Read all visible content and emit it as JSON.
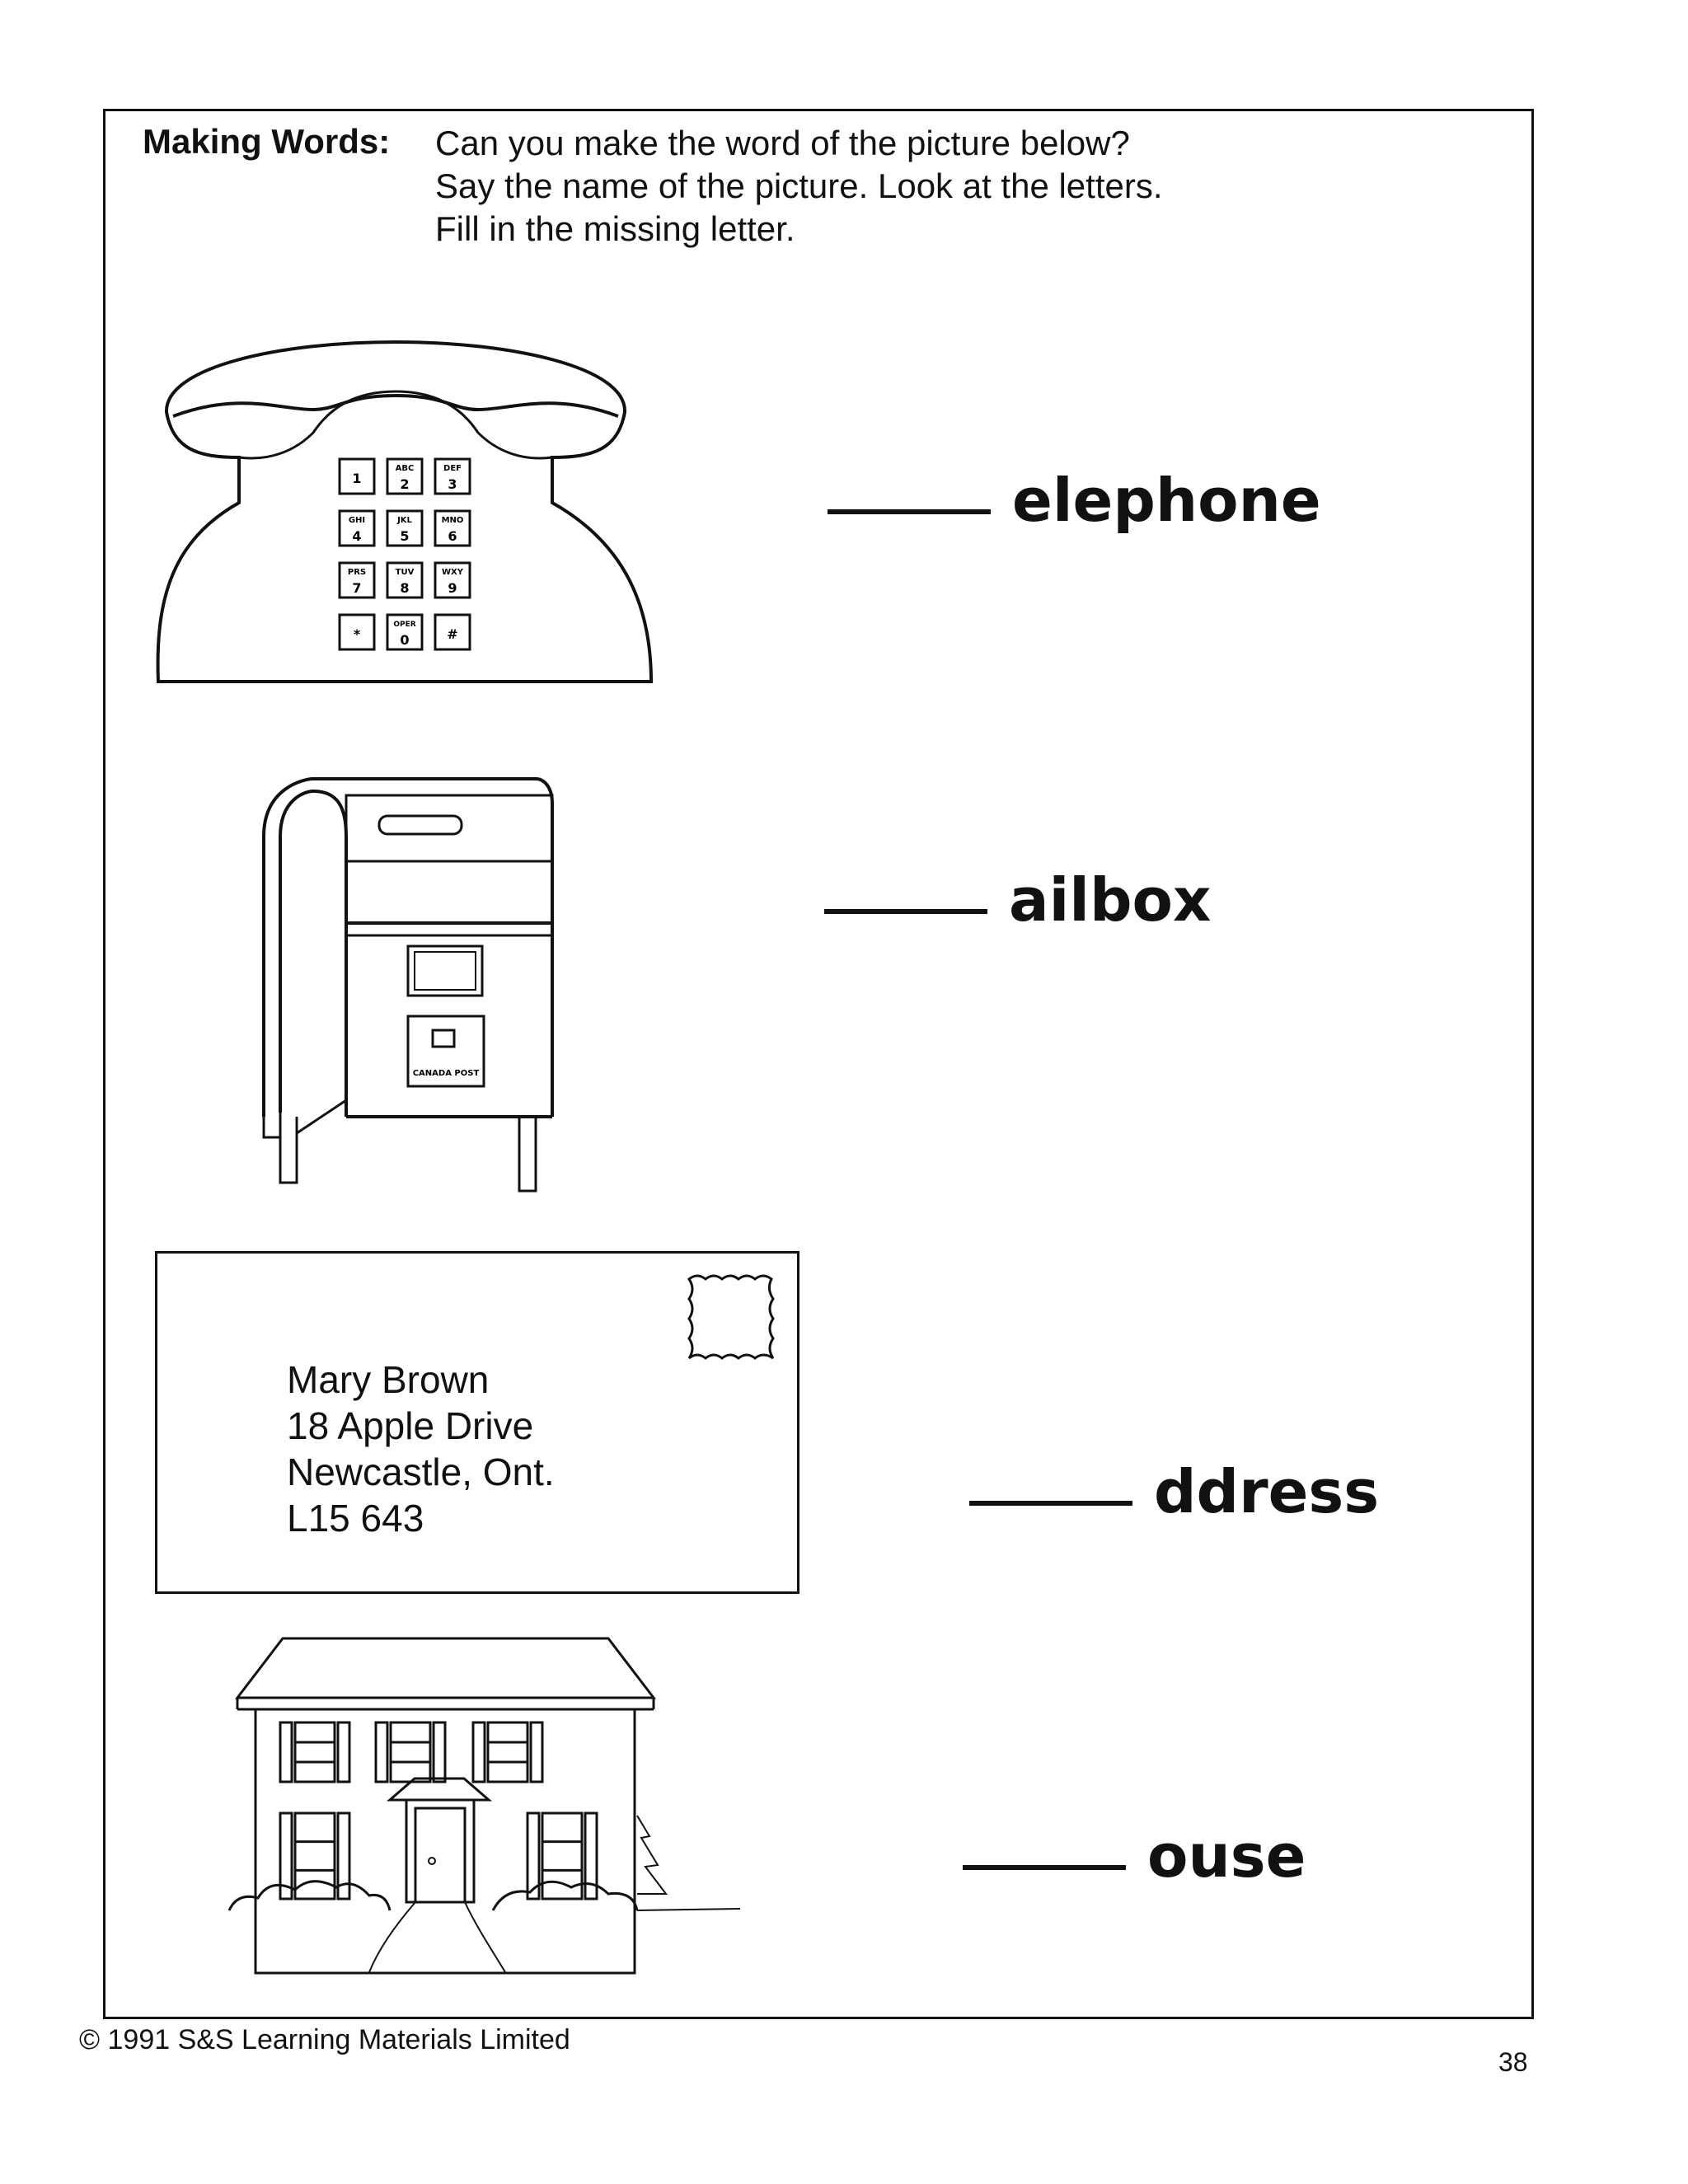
{
  "header": {
    "title": "Making Words:",
    "instructions": [
      "Can you make the word of the picture below?",
      "Say the name of the picture. Look at the letters.",
      "Fill in the missing letter."
    ]
  },
  "exercises": [
    {
      "icon": "telephone-picture",
      "word_ending": "elephone"
    },
    {
      "icon": "mailbox-picture",
      "word_ending": "ailbox"
    },
    {
      "icon": "envelope-picture",
      "word_ending": "ddress"
    },
    {
      "icon": "house-picture",
      "word_ending": "ouse"
    }
  ],
  "telephone_keys": [
    {
      "letters": "",
      "digit": "1"
    },
    {
      "letters": "ABC",
      "digit": "2"
    },
    {
      "letters": "DEF",
      "digit": "3"
    },
    {
      "letters": "GHI",
      "digit": "4"
    },
    {
      "letters": "JKL",
      "digit": "5"
    },
    {
      "letters": "MNO",
      "digit": "6"
    },
    {
      "letters": "PRS",
      "digit": "7"
    },
    {
      "letters": "TUV",
      "digit": "8"
    },
    {
      "letters": "WXY",
      "digit": "9"
    },
    {
      "letters": "",
      "digit": "*"
    },
    {
      "letters": "OPER",
      "digit": "0"
    },
    {
      "letters": "",
      "digit": "#"
    }
  ],
  "mailbox_label": "CANADA POST",
  "envelope": {
    "address_lines": [
      "Mary Brown",
      "18 Apple Drive",
      "Newcastle, Ont.",
      "L15 643"
    ]
  },
  "footer": {
    "copyright": "© 1991 S&S Learning Materials Limited",
    "page_number": "38"
  }
}
